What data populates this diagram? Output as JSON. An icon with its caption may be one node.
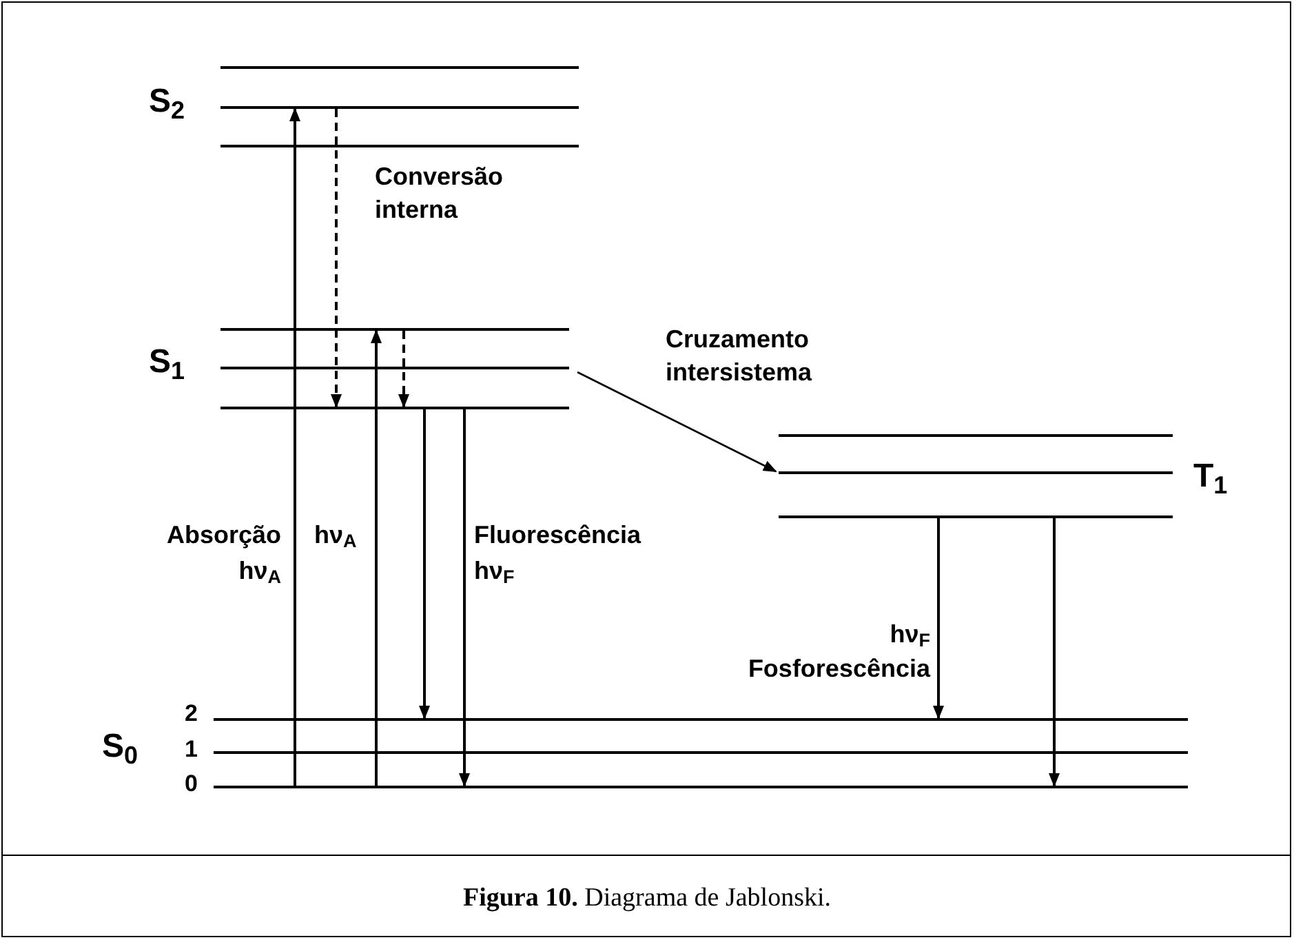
{
  "diagram": {
    "caption": "**Figura 10.** Diagrama de Jablonski.",
    "nodes": [
      {
        "text": [],
        "shape": "bar"
      },
      {
        "text": [],
        "shape": "bar",
        "beside": [
          "S$_{2}$"
        ]
      },
      {
        "text": [],
        "shape": "bar"
      },
      {
        "text": [],
        "shape": "bar"
      },
      {
        "text": [],
        "shape": "bar",
        "beside": [
          "S$_{1}$"
        ]
      },
      {
        "text": [],
        "shape": "bar"
      },
      {
        "text": [],
        "shape": "bar"
      },
      {
        "text": [],
        "shape": "bar",
        "beside": [
          "T$_{1}$"
        ]
      },
      {
        "text": [],
        "shape": "bar"
      },
      {
        "text": [],
        "shape": "bar",
        "beside": [
          "2"
        ]
      },
      {
        "text": [],
        "shape": "bar",
        "beside": [
          "S$_{0}$",
          "1"
        ]
      },
      {
        "text": [],
        "shape": "bar",
        "beside": [
          "0"
        ]
      }
    ],
    "edges": [
      {
        "from": 11,
        "to": 1,
        "arrow": "to"
      },
      {
        "from": 1,
        "to": 5,
        "arrow": "to",
        "style": "dashed"
      },
      {
        "from": 11,
        "to": 3,
        "arrow": "to"
      },
      {
        "from": 3,
        "to": 5,
        "arrow": "to",
        "style": "dashed"
      },
      {
        "from": 5,
        "to": 9,
        "arrow": "to"
      },
      {
        "from": 5,
        "to": 11,
        "arrow": "to"
      },
      {
        "from": 4,
        "to": 7,
        "arrow": "to"
      },
      {
        "from": 8,
        "to": 9,
        "arrow": "to"
      },
      {
        "from": 8,
        "to": 11,
        "arrow": "to"
      }
    ],
    "labels": [
      "Conversão interna",
      "Cruzamento intersistema",
      "Absorção",
      "hν$_{A}$",
      "hν$_{A}$",
      "Fluorescência",
      "hν$_{F}$",
      "hν$_{F}$",
      "Fosforescência"
    ]
  }
}
